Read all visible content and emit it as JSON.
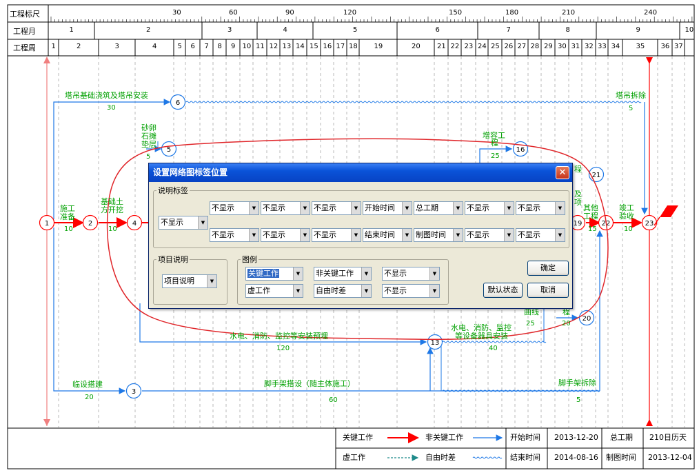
{
  "header": {
    "rows": [
      "工程标尺",
      "工程月",
      "工程周"
    ],
    "ruler_ticks": [
      "30",
      "60",
      "90",
      "120",
      "150",
      "180",
      "210",
      "240"
    ],
    "months": [
      "1",
      "2",
      "3",
      "4",
      "5",
      "6",
      "7",
      "8",
      "9",
      "10"
    ],
    "weeks": [
      "1",
      "2",
      "3",
      "4",
      "5",
      "6",
      "7",
      "8",
      "9",
      "10",
      "11",
      "12",
      "13",
      "14",
      "15",
      "16",
      "17",
      "18",
      "19",
      "20",
      "21",
      "22",
      "23",
      "24",
      "25",
      "26",
      "27",
      "28",
      "29",
      "30",
      "31",
      "32",
      "33",
      "34",
      "35",
      "36",
      "37"
    ]
  },
  "nodes": [
    "1",
    "2",
    "3",
    "4",
    "5",
    "6",
    "13",
    "16",
    "19",
    "20",
    "21",
    "22",
    "23"
  ],
  "tasks": {
    "t1_name": "施工",
    "t1_name2": "准备",
    "t1_dur": "10",
    "t2_name": "基础土",
    "t2_name2": "方开挖",
    "t2_dur": "10",
    "t3_name": "临设搭建",
    "t3_dur": "20",
    "t4_name": "塔吊基础浇筑及塔吊安装",
    "t4_dur": "30",
    "t5_name": "砂卵",
    "t5_name2": "石摊",
    "t5_name3": "垫层",
    "t5_dur": "5",
    "t6_name": "塔吊拆除",
    "t6_dur": "5",
    "t7_name": "增容工",
    "t7_name2": "程",
    "t7_dur": "25",
    "t8_name": "水电、消防、监控等安装预埋",
    "t8_dur": "120",
    "t9_name": "水电、消防、监控",
    "t9_name2": "等设备器具安装",
    "t9_dur": "40",
    "t10_name": "脚手架搭设（随主体施工）",
    "t10_dur": "60",
    "t11_name": "脚手架拆除",
    "t11_dur": "5",
    "t12_name": "竣工",
    "t12_name2": "验收",
    "t12_dur": "10",
    "t13_name": "其他",
    "t13_name2": "工程",
    "t13_dur": "15",
    "t14_frag": "及",
    "t14_frag2": "项",
    "t15_frag": "程",
    "t15_dur": "20",
    "t16_frag": "曲线",
    "t16_dur": "25",
    "t17_frag": "程"
  },
  "legend": {
    "critical": "关键工作",
    "noncritical": "非关键工作",
    "start_label": "开始时间",
    "start_value": "2013-12-20",
    "total_label": "总工期",
    "total_value": "210日历天",
    "dummy": "虚工作",
    "float": "自由时差",
    "end_label": "结束时间",
    "end_value": "2014-08-16",
    "draw_label": "制图时间",
    "draw_value": "2013-12-04"
  },
  "dialog": {
    "title": "设置网络图标签位置",
    "close": "✕",
    "group_desc": "说明标签",
    "desc_main": "不显示",
    "row1": [
      "不显示",
      "不显示",
      "不显示",
      "开始时间",
      "总工期",
      "不显示",
      "不显示"
    ],
    "row2": [
      "不显示",
      "不显示",
      "不显示",
      "结束时间",
      "制图时间",
      "不显示",
      "不显示"
    ],
    "group_proj": "项目说明",
    "proj_select": "项目说明",
    "group_legend": "图例",
    "legend_row1": [
      "关键工作",
      "非关键工作",
      "不显示"
    ],
    "legend_row2": [
      "虚工作",
      "自由时差",
      "不显示"
    ],
    "ok": "确定",
    "default": "默认状态",
    "cancel": "取消"
  },
  "colors": {
    "critical": "#ff0000",
    "noncritical": "#1e78e6",
    "label": "#00a000",
    "dialog_title": "#0a53d8",
    "annotation": "#e0262a"
  }
}
